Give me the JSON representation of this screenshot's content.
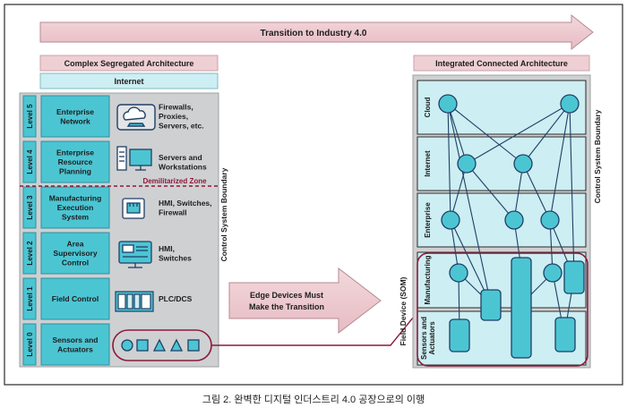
{
  "top_banner": "Transition to Industry 4.0",
  "left": {
    "title": "Complex Segregated Architecture",
    "internet": "Internet",
    "boundary": "Control System Boundary",
    "dmz": "Demilitarized Zone",
    "levels": [
      {
        "level": "Level 5",
        "name": [
          "Enterprise",
          "Network"
        ],
        "desc": [
          "Firewalls,",
          "Proxies,",
          "Servers, etc."
        ],
        "icon": "cloud-computer-icon"
      },
      {
        "level": "Level 4",
        "name": [
          "Enterprise",
          "Resource",
          "Planning"
        ],
        "desc": [
          "Servers and",
          "Workstations"
        ],
        "icon": "server-workstation-icon"
      },
      {
        "level": "Level 3",
        "name": [
          "Manufacturing",
          "Execution",
          "System"
        ],
        "desc": [
          "HMI, Switches,",
          "Firewall"
        ],
        "icon": "network-port-icon"
      },
      {
        "level": "Level 2",
        "name": [
          "Area",
          "Supervisory",
          "Control"
        ],
        "desc": [
          "HMI,",
          "Switches"
        ],
        "icon": "hmi-monitor-icon"
      },
      {
        "level": "Level 1",
        "name": [
          "Field Control"
        ],
        "desc": [
          "PLC/DCS"
        ],
        "icon": "plc-rack-icon"
      },
      {
        "level": "Level 0",
        "name": [
          "Sensors and",
          "Actuators"
        ],
        "desc": [],
        "icon": "sensor-shapes-icon"
      }
    ]
  },
  "middle_arrow": [
    "Edge Devices Must",
    "Make the Transition"
  ],
  "right": {
    "title": "Integrated Connected Architecture",
    "boundary": "Control System Boundary",
    "field_device": "Field Device (SOM)",
    "layers": [
      "Cloud",
      "Internet",
      "Enterprise",
      "Manufacturing",
      "Sensors and Actuators"
    ]
  },
  "caption": "그림 2. 완벽한 디지털 인더스트리 4.0 공장으로의 이행",
  "colors": {
    "pink": "#eecfd4",
    "pink_border": "#c9a0a8",
    "teal": "#4cc5d3",
    "teal_light": "#cdeef2",
    "gray_panel": "#cfd0d2",
    "gray_box": "#e3e4e5",
    "dark_red": "#8b1a3a",
    "navy": "#1f3f66"
  }
}
